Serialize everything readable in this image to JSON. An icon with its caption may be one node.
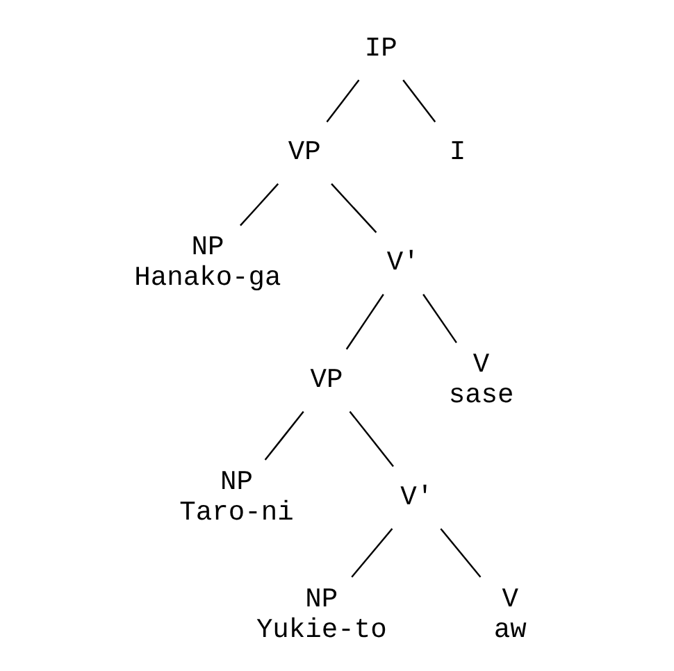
{
  "diagram": {
    "nodes": [
      {
        "text": [
          "IP"
        ]
      },
      {
        "text": [
          "VP"
        ]
      },
      {
        "text": [
          "I"
        ]
      },
      {
        "text": [
          "NP",
          "Hanako-ga"
        ]
      },
      {
        "text": [
          "V'"
        ]
      },
      {
        "text": [
          "VP"
        ]
      },
      {
        "text": [
          "V",
          "sase"
        ]
      },
      {
        "text": [
          "NP",
          "Taro-ni"
        ]
      },
      {
        "text": [
          "V'"
        ]
      },
      {
        "text": [
          "NP",
          "Yukie-to"
        ]
      },
      {
        "text": [
          "V",
          "aw"
        ]
      }
    ],
    "edges": [
      {
        "from": 0,
        "to": 1,
        "arrow": "none"
      },
      {
        "from": 0,
        "to": 2,
        "arrow": "none"
      },
      {
        "from": 1,
        "to": 3,
        "arrow": "none"
      },
      {
        "from": 1,
        "to": 4,
        "arrow": "none"
      },
      {
        "from": 4,
        "to": 5,
        "arrow": "none"
      },
      {
        "from": 4,
        "to": 6,
        "arrow": "none"
      },
      {
        "from": 5,
        "to": 7,
        "arrow": "none"
      },
      {
        "from": 5,
        "to": 8,
        "arrow": "none"
      },
      {
        "from": 8,
        "to": 9,
        "arrow": "none"
      },
      {
        "from": 8,
        "to": 10,
        "arrow": "none"
      }
    ]
  }
}
